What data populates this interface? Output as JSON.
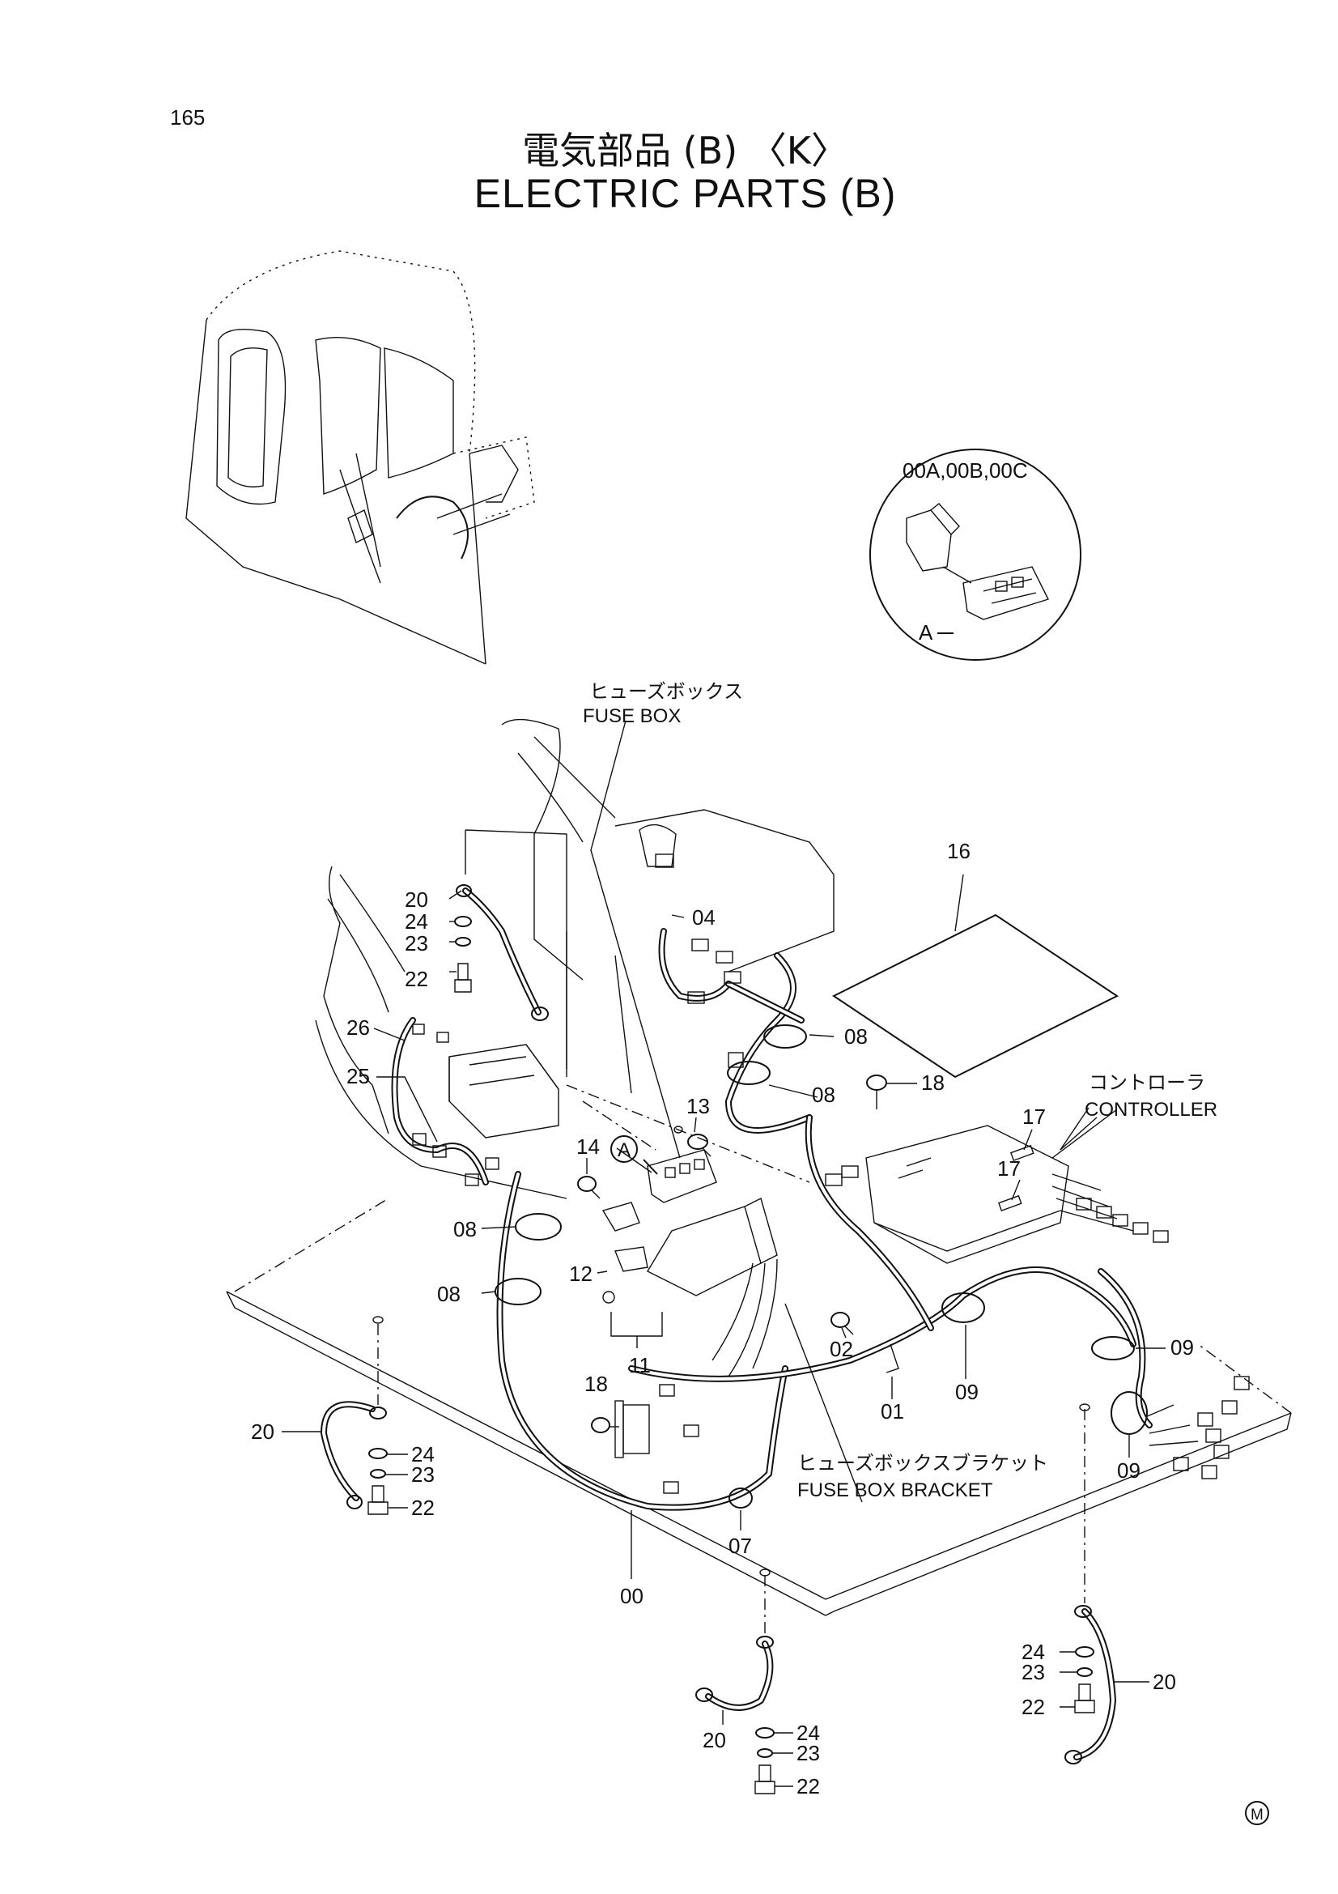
{
  "page": {
    "number": "165",
    "title_jp": "電気部品 (B) 〈K〉",
    "title_en": "ELECTRIC  PARTS (B)"
  },
  "detail_view": {
    "label": "00A,00B,00C",
    "marker": "A"
  },
  "callouts": {
    "fuse_box_jp": "ヒューズボックス",
    "fuse_box_en": "FUSE BOX",
    "controller_jp": "コントローラ",
    "controller_en": "CONTROLLER",
    "fuse_box_bracket_jp": "ヒューズボックスブラケット",
    "fuse_box_bracket_en": "FUSE BOX BRACKET",
    "detail_marker": "A"
  },
  "part_numbers": {
    "p00": "00",
    "p01": "01",
    "p02": "02",
    "p04": "04",
    "p07": "07",
    "p08": "08",
    "p09": "09",
    "p11": "11",
    "p12": "12",
    "p13": "13",
    "p14": "14",
    "p16": "16",
    "p17": "17",
    "p18": "18",
    "p20": "20",
    "p22": "22",
    "p23": "23",
    "p24": "24",
    "p25": "25",
    "p26": "26"
  },
  "corner_mark": "M"
}
